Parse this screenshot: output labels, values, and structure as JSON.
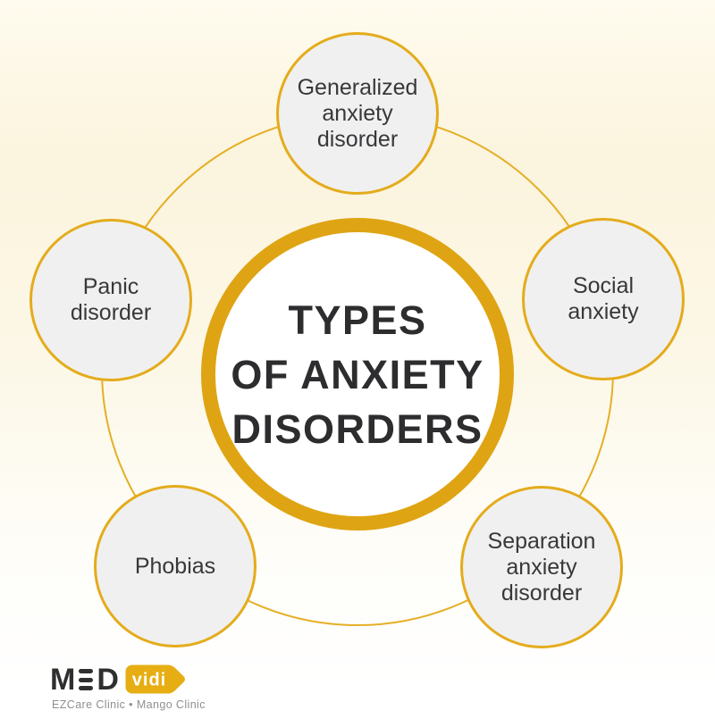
{
  "colors": {
    "background_top": "#FFFBEE",
    "background_bottom": "#FFFFFF",
    "ring_gold": "#DFA413",
    "orbit_gold": "#E5AF25",
    "node_border_gold": "#E4AC1C",
    "node_fill": "#F0F0F1",
    "title_text": "#2D2D2F",
    "node_text": "#38383A",
    "logo_dark": "#2F2F2F",
    "logo_tag_gold": "#E6AE13",
    "tagline_text": "#8F8F8F"
  },
  "center": {
    "title": "TYPES OF ANXIETY DISORDERS",
    "title_lines": [
      "TYPES",
      "OF ANXIETY",
      "DISORDERS"
    ]
  },
  "nodes": [
    {
      "id": "generalized-anxiety-disorder",
      "label": "Generalized anxiety disorder",
      "position": "top"
    },
    {
      "id": "social-anxiety",
      "label": "Social anxiety",
      "position": "right"
    },
    {
      "id": "separation-anxiety-disorder",
      "label": "Separation anxiety disorder",
      "position": "bottom-right"
    },
    {
      "id": "phobias",
      "label": "Phobias",
      "position": "bottom-left"
    },
    {
      "id": "panic-disorder",
      "label": "Panic disorder",
      "position": "left"
    }
  ],
  "logo": {
    "m": "M",
    "e": "E",
    "d": "D",
    "vidi": "vidi",
    "tagline": "EZCare Clinic • Mango Clinic"
  }
}
